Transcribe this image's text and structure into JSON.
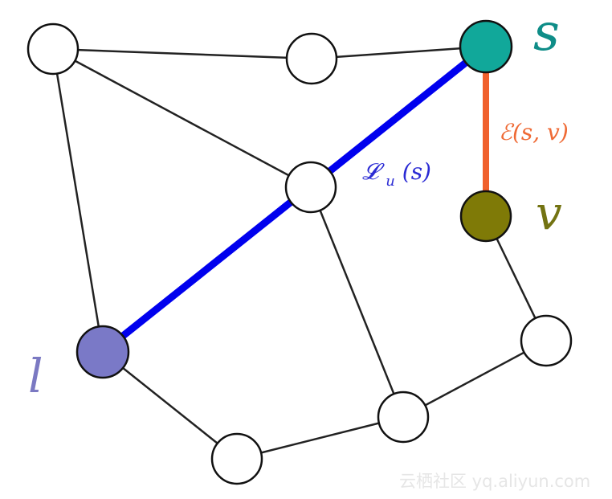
{
  "graph": {
    "labels": {
      "s": "s",
      "v": "v",
      "l": "l",
      "landmark_path": "𝓛",
      "landmark_path_sub": "u",
      "landmark_path_arg": "(s)",
      "edge": "ℰ(s, v)"
    },
    "colors": {
      "node_fill": "#ffffff",
      "node_stroke": "#111111",
      "edge_stroke": "#222222",
      "node_s": "#11a89a",
      "node_v": "#7f7a07",
      "node_l": "#7a79c7",
      "landmark_path": "#0000ee",
      "edge_sv": "#f0602c",
      "label_s": "#0f8d88",
      "label_v": "#737312",
      "label_l": "#7b79c2",
      "label_path": "#2b2bd4",
      "label_edge": "#ef6a35"
    }
  },
  "watermark": {
    "text": "云栖社区 yq.aliyun.com"
  }
}
